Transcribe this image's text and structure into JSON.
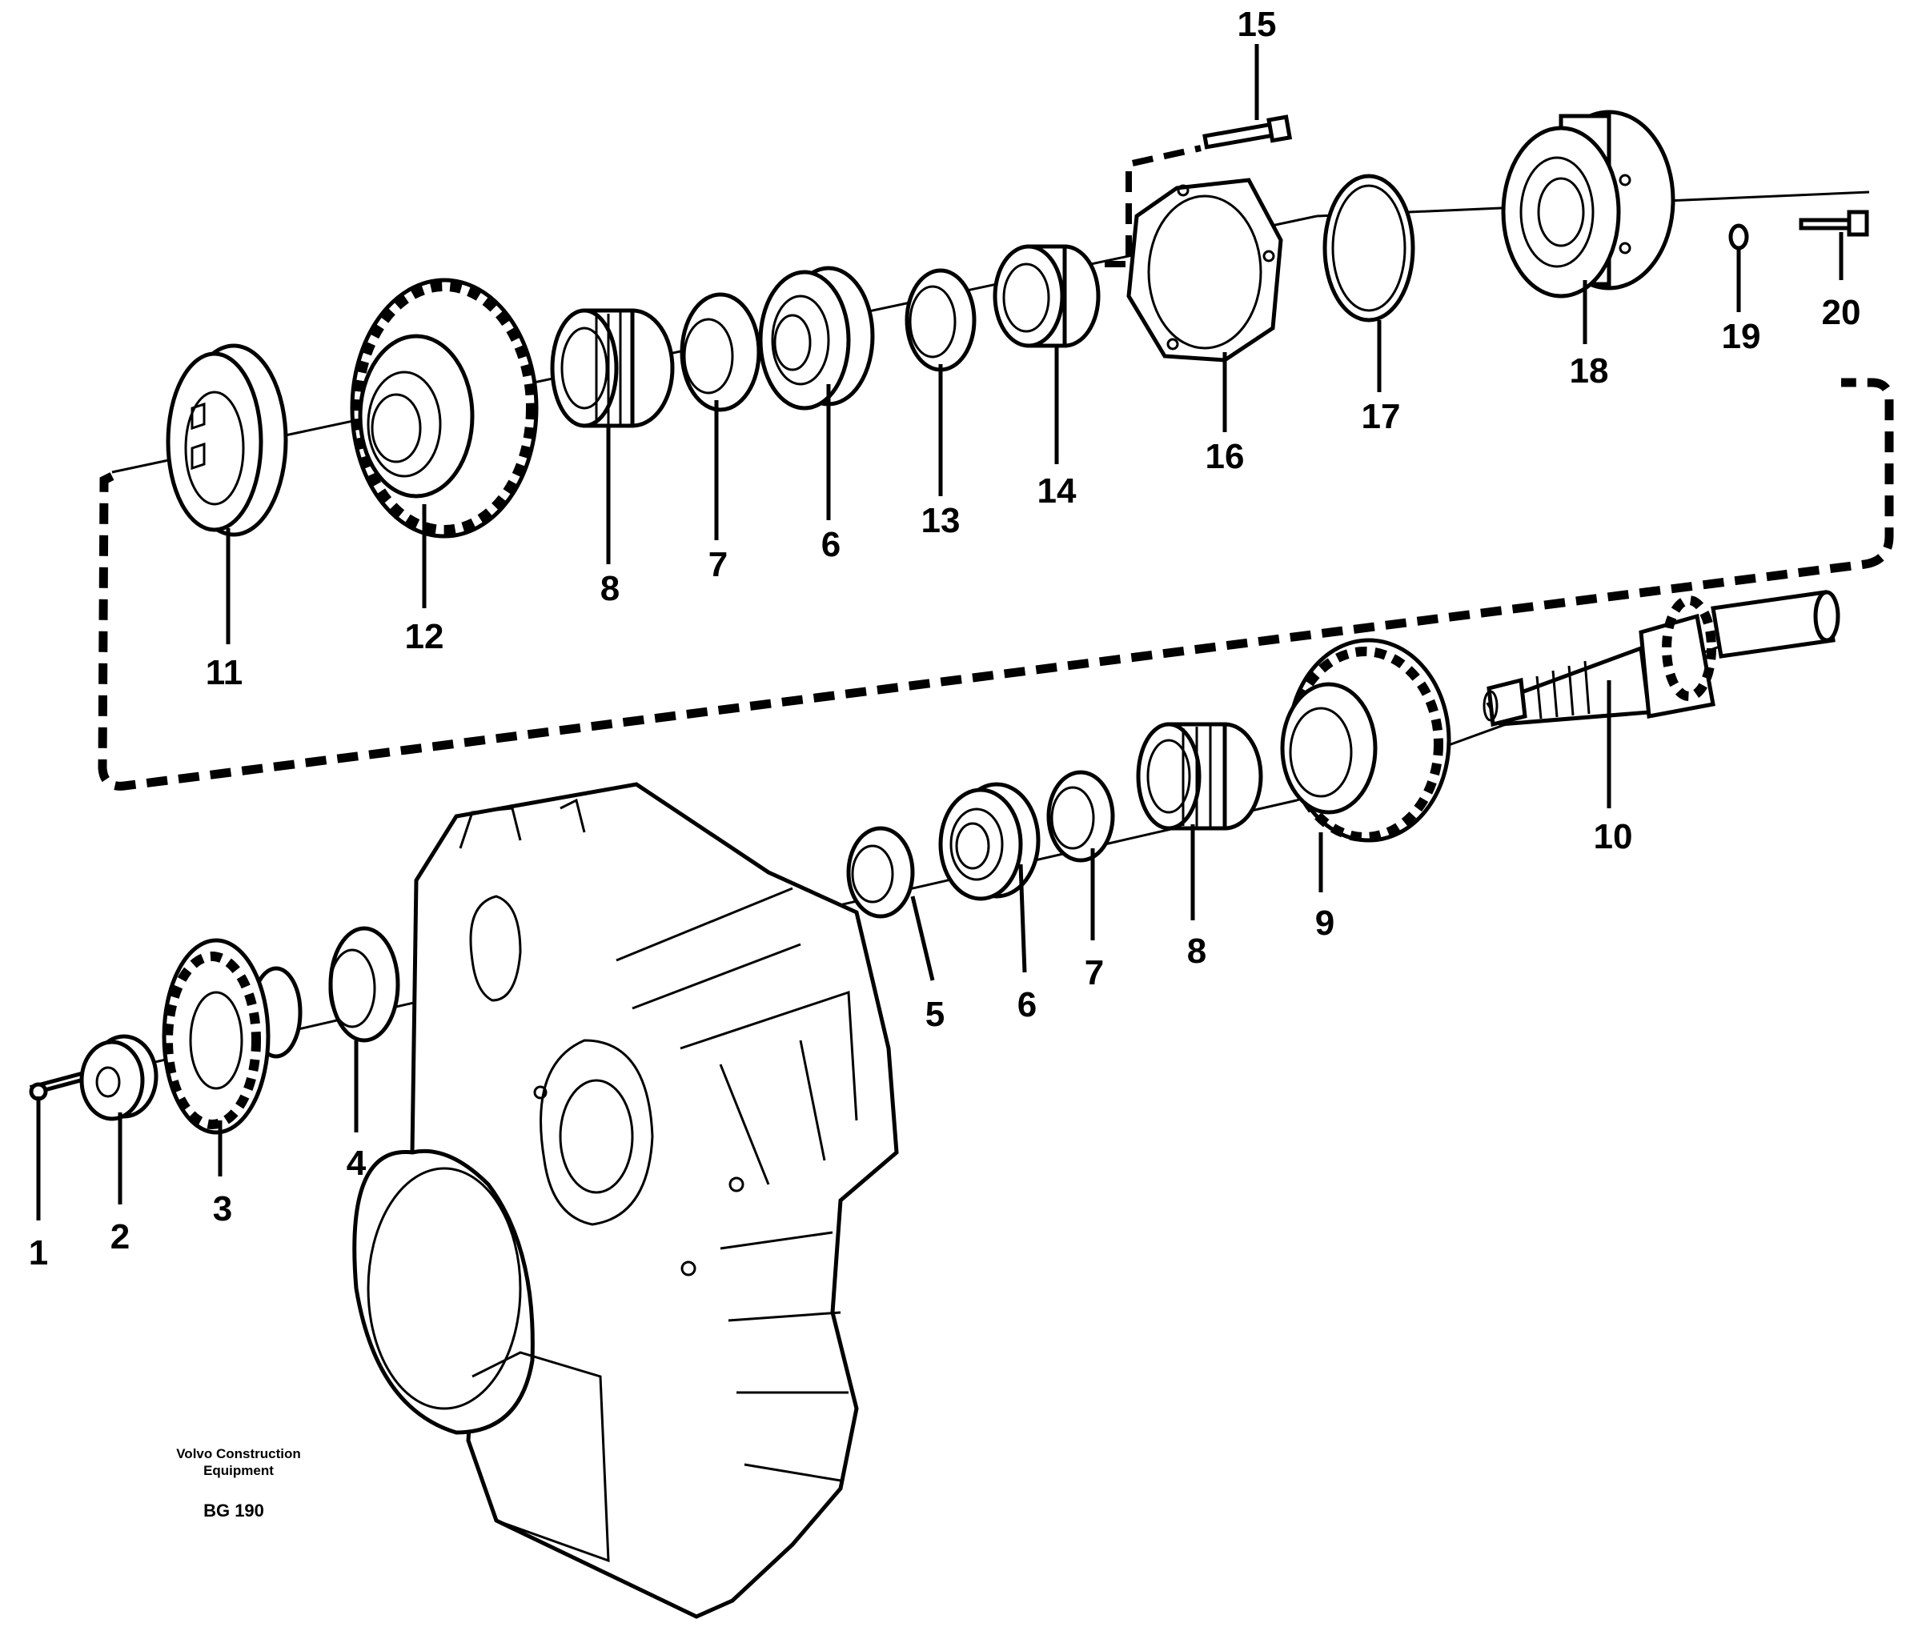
{
  "labels": {
    "p1": "1",
    "p2": "2",
    "p3": "3",
    "p4": "4",
    "p5": "5",
    "p6a": "6",
    "p6b": "6",
    "p7a": "7",
    "p7b": "7",
    "p8a": "8",
    "p8b": "8",
    "p9": "9",
    "p10": "10",
    "p11": "11",
    "p12": "12",
    "p13": "13",
    "p14": "14",
    "p15": "15",
    "p16": "16",
    "p17": "17",
    "p18": "18",
    "p19": "19",
    "p20": "20"
  },
  "caption": {
    "line1": "Volvo Construction",
    "line2": "Equipment",
    "doc_no": "BG 190"
  }
}
